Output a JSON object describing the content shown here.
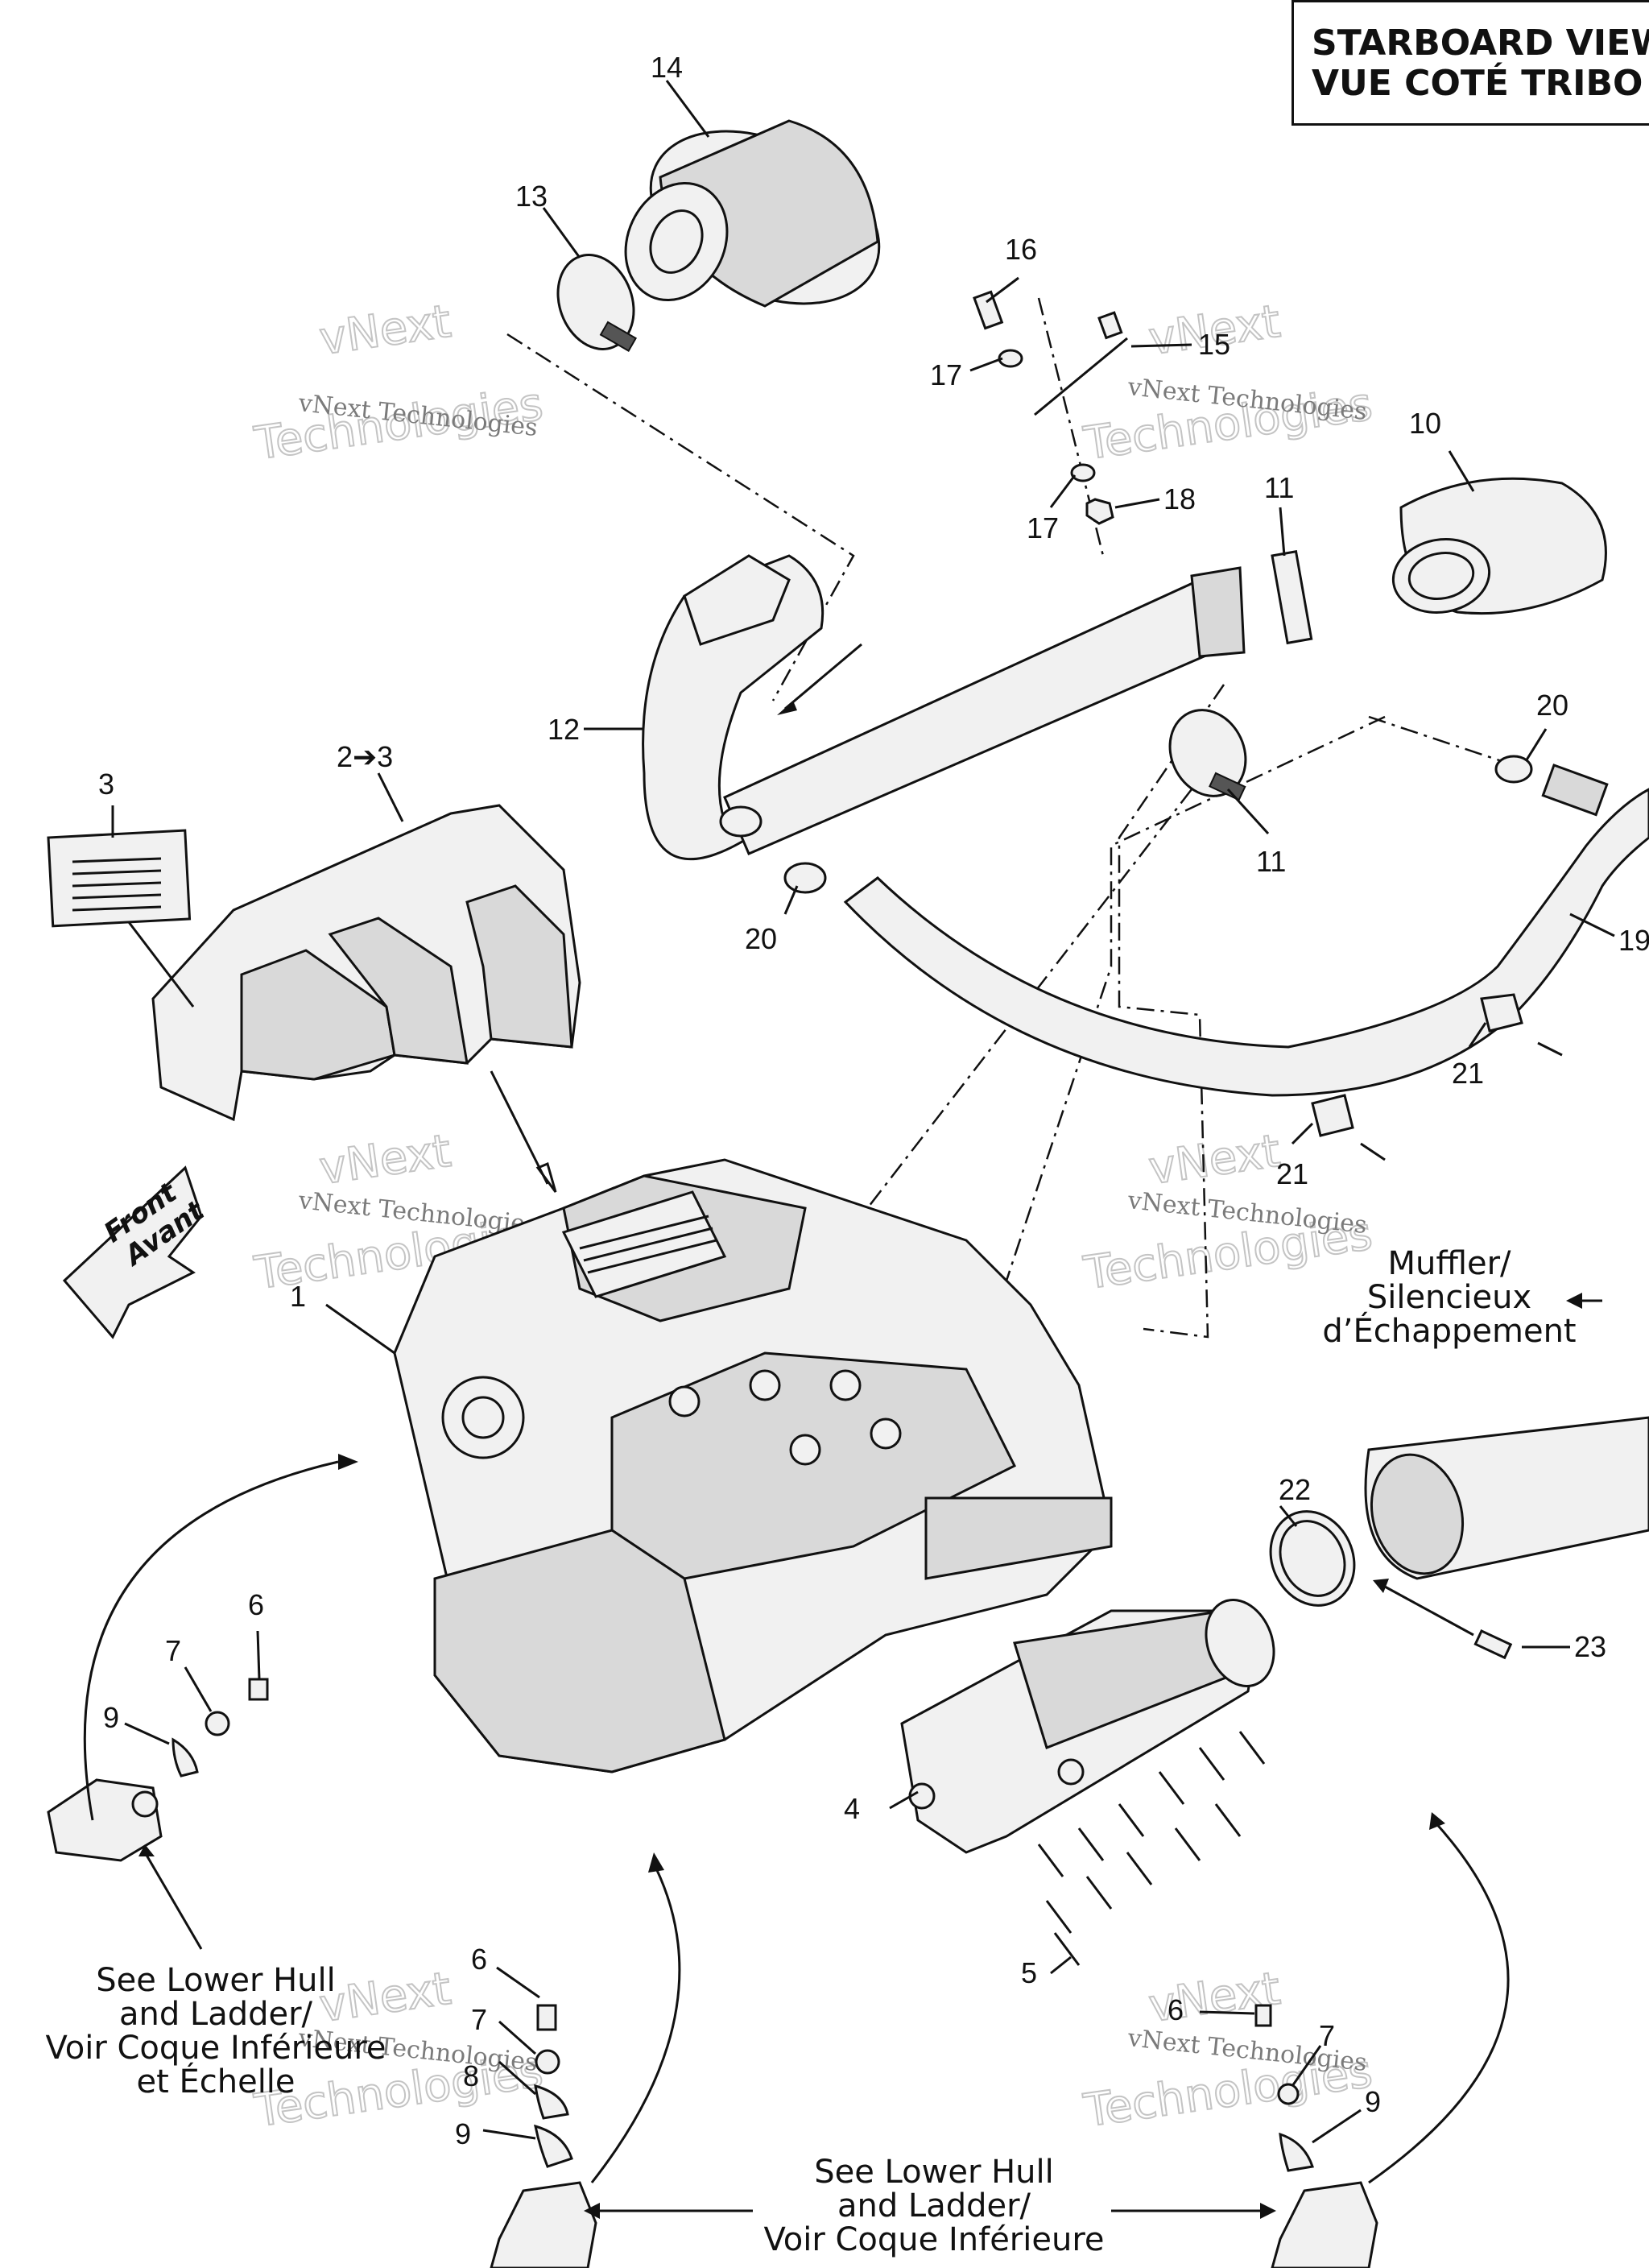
{
  "view_title": {
    "line1": "STARBOARD VIEW",
    "line2": "VUE COTÉ TRIBO"
  },
  "callouts": {
    "c1": "1",
    "c2to3": "2➔3",
    "c3": "3",
    "c4": "4",
    "c5": "5",
    "c6a": "6",
    "c6b": "6",
    "c6c": "6",
    "c7a": "7",
    "c7b": "7",
    "c7c": "7",
    "c8": "8",
    "c9a": "9",
    "c9b": "9",
    "c9c": "9",
    "c10": "10",
    "c11a": "11",
    "c11b": "11",
    "c12": "12",
    "c13": "13",
    "c14": "14",
    "c15": "15",
    "c16": "16",
    "c17a": "17",
    "c17b": "17",
    "c18": "18",
    "c19": "19",
    "c20a": "20",
    "c20b": "20",
    "c21a": "21",
    "c21b": "21",
    "c22": "22",
    "c23": "23"
  },
  "notes": {
    "front_line1": "Front",
    "front_line2": "Avant",
    "muffler_line1": "Muffler/",
    "muffler_line2": "Silencieux",
    "muffler_line3": "d’Échappement",
    "lower_hull_left_line1": "See Lower Hull",
    "lower_hull_left_line2": "and Ladder/",
    "lower_hull_left_line3": "Voir Coque Inférieure",
    "lower_hull_left_line4": "et Échelle",
    "lower_hull_bottom_line1": "See Lower Hull",
    "lower_hull_bottom_line2": "and Ladder/",
    "lower_hull_bottom_line3": "Voir Coque Inférieure"
  },
  "watermarks": {
    "small_text": "vNext Technologies",
    "big_line1": "vNext",
    "big_line2": "Technologies"
  }
}
